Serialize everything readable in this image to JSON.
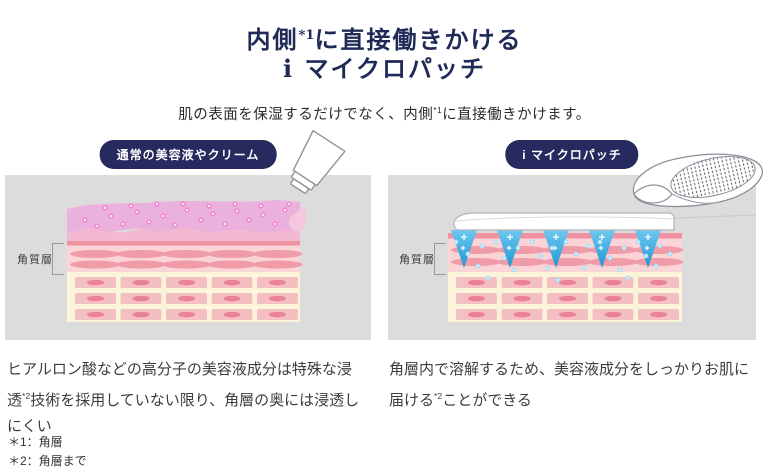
{
  "page": {
    "title": {
      "line1_pre": "内側",
      "line1_sup": "*1",
      "line1_post": "に直接働きかける",
      "line2": "i マイクロパッチ"
    },
    "subtitle": {
      "pre": "肌の表面を保湿するだけでなく、内側",
      "sup": "*1",
      "post": "に直接働きかけます。"
    }
  },
  "comparison": {
    "left": {
      "badge": "通常の美容液やクリーム",
      "layer_label": "角質層",
      "illustration": "cream-tube-dripping-on-skin-cross-section",
      "description": {
        "pre": "ヒアルロン酸などの高分子の美容液成分は特殊な浸透",
        "sup": "*2",
        "post": "技術を採用していない限り、角層の奥には浸透しにくい"
      }
    },
    "right": {
      "badge": "i マイクロパッチ",
      "layer_label": "角質層",
      "illustration": "micro-needle-patch-dissolving-in-skin-cross-section",
      "description": {
        "pre": "角層内で溶解するため、美容液成分をしっかりお肌に届ける",
        "sup": "*2",
        "post": "ことができる"
      }
    }
  },
  "footnotes": [
    "＊1：角層",
    "＊2：角層まで"
  ],
  "colors": {
    "accent_navy": "#262a5e",
    "title_navy": "#1f2a57",
    "panel_gray": "#dcdcdc",
    "cream_mauve": "#eab1dc",
    "cream_pink": "#f4b9d2",
    "skin_surface": "#ef93a2",
    "stratum_pink": "#fbd4d8",
    "stratum_cell": "#f09ba8",
    "epidermis_cream": "#fcf4d9",
    "cell_pink": "#f4bfc3",
    "nucleus_pink": "#ea8197",
    "needle_blue": "#2ea3dc",
    "bubble_blue": "#a8ddf6"
  }
}
